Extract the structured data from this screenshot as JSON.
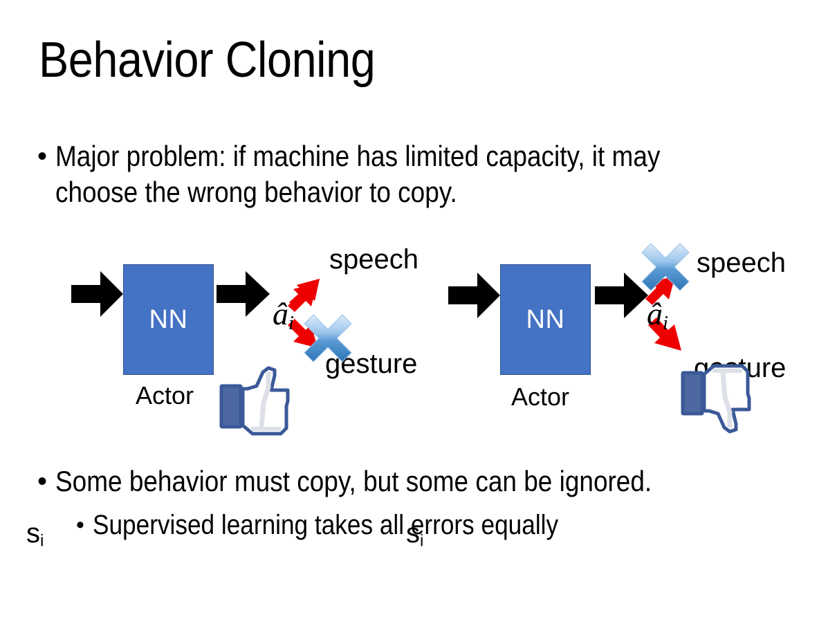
{
  "slide": {
    "title": "Behavior Cloning",
    "background_color": "#FFFFFF",
    "text_color": "#000000"
  },
  "bullets": {
    "top": {
      "marker": "•",
      "text": "Major problem: if machine has limited capacity, it may choose the wrong behavior to copy."
    },
    "bottom_1": {
      "marker": "•",
      "text": "Some behavior must copy, but some can be ignored."
    },
    "bottom_2": {
      "marker": "•",
      "text": "Supervised learning takes all errors equally"
    }
  },
  "colors": {
    "nn_box_fill": "#4472C4",
    "nn_box_border": "#2F528F",
    "nn_label": "#FFFFFF",
    "arrow_black": "#000000",
    "arrow_red": "#EE0000",
    "cross_blue_light": "#CFE3F7",
    "cross_blue_mid": "#5B9BD5",
    "cross_blue_dark": "#2E75B6",
    "thumb_outline": "#3B5998",
    "thumb_fill": "#FFFFFF",
    "thumb_cuff": "#4E69A2",
    "thumb_shadow": "#DDE0E6"
  },
  "diagrams": [
    {
      "id": "diagram-1",
      "input_label": "s",
      "input_subscript": "i",
      "box_label": "NN",
      "caption": "Actor",
      "output_label": "â",
      "output_subscript": "i",
      "branches": [
        {
          "name": "speech",
          "label": "speech",
          "crossed_out": false
        },
        {
          "name": "gesture",
          "label": "gesture",
          "crossed_out": true
        }
      ],
      "feedback_icon": "thumbs-up-icon",
      "feedback_sentiment": "positive"
    },
    {
      "id": "diagram-2",
      "input_label": "s",
      "input_subscript": "i",
      "box_label": "NN",
      "caption": "Actor",
      "output_label": "â",
      "output_subscript": "i",
      "branches": [
        {
          "name": "speech",
          "label": "speech",
          "crossed_out": true
        },
        {
          "name": "gesture",
          "label": "gesture",
          "crossed_out": false
        }
      ],
      "feedback_icon": "thumbs-down-icon",
      "feedback_sentiment": "negative"
    }
  ]
}
